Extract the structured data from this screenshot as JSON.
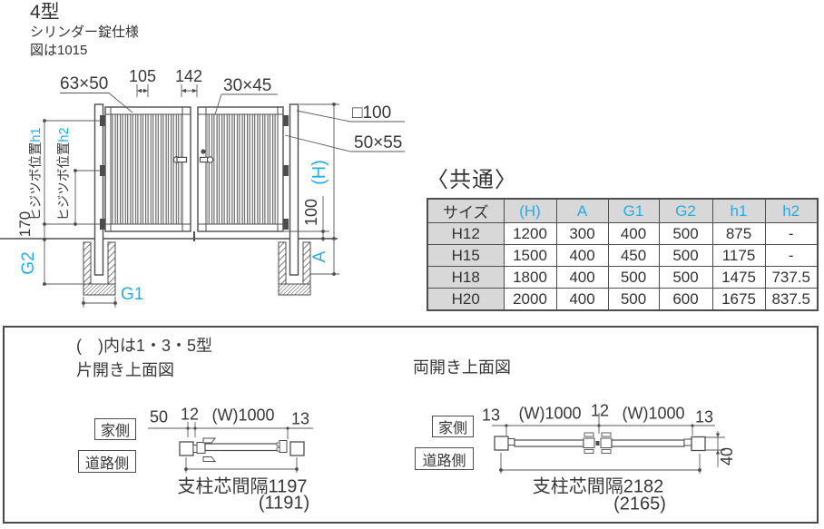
{
  "colors": {
    "accent": "#29abe2",
    "line": "#4d4d4d",
    "text": "#333333",
    "table_header_bg": "#d8d8d8"
  },
  "header": {
    "model": "4型",
    "spec": "シリンダー錠仕様",
    "figure_note": "図は1015"
  },
  "elevation": {
    "top_rail_dim": "63×50",
    "hinge_gap_dim": "105",
    "center_stile_dim": "142",
    "slat_dim": "30×45",
    "post_dim": "□100",
    "frame_dim": "50×55",
    "height_dim": "(H)",
    "clearance_dim": "100",
    "embed_dim": "A",
    "offset_dim": "170",
    "footing_width_dim": "G1",
    "footing_depth_dim": "G2",
    "hinge_pos_label": "ヒジツボ位置",
    "h1": "h1",
    "h2": "h2"
  },
  "common_table": {
    "title": "〈共通〉",
    "columns": [
      "サイズ",
      "(H)",
      "A",
      "G1",
      "G2",
      "h1",
      "h2"
    ],
    "rows": [
      [
        "H12",
        "1200",
        "300",
        "400",
        "500",
        "875",
        "-"
      ],
      [
        "H15",
        "1500",
        "400",
        "450",
        "500",
        "1175",
        "-"
      ],
      [
        "H18",
        "1800",
        "400",
        "500",
        "500",
        "1475",
        "737.5"
      ],
      [
        "H20",
        "2000",
        "400",
        "500",
        "600",
        "1675",
        "837.5"
      ]
    ]
  },
  "plan": {
    "note": "(　)内は1・3・5型",
    "single_title": "片開き上面図",
    "double_title": "両開き上面図",
    "house_label": "家側",
    "road_label": "道路側",
    "single": {
      "dims": [
        "50",
        "12",
        "(W)1000",
        "13"
      ],
      "span": "支柱芯間隔1197",
      "span_alt": "(1191)"
    },
    "double": {
      "dims": [
        "13",
        "(W)1000",
        "12",
        "(W)1000",
        "13"
      ],
      "depth_dim": "40",
      "span": "支柱芯間隔2182",
      "span_alt": "(2165)"
    }
  }
}
